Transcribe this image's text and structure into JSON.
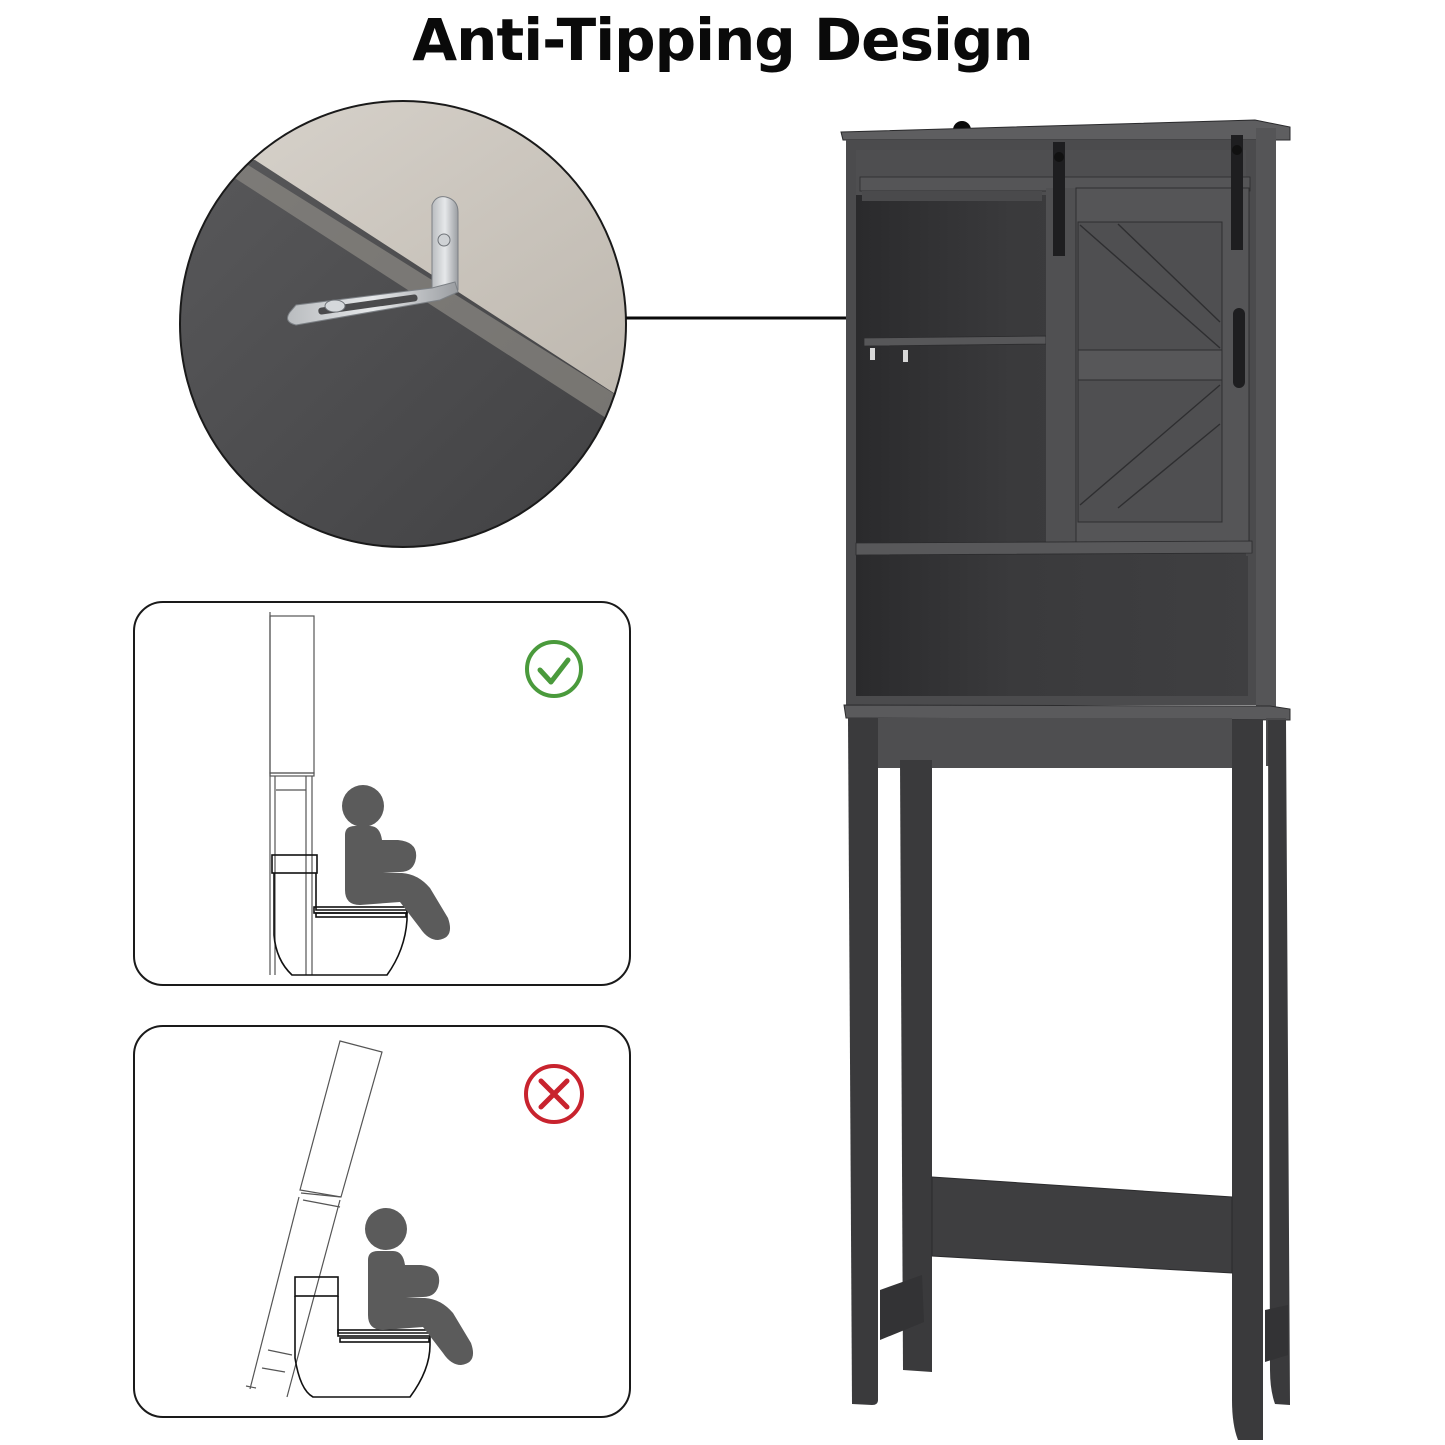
{
  "title": "Anti-Tipping Design",
  "detail_callout": {
    "subject": "anti-tipping L-bracket mounted to wall",
    "icon": "bracket-detail-image"
  },
  "scenarios": [
    {
      "id": "correct",
      "status_icon": "check-circle-icon",
      "status_color": "#4a9a3c",
      "description": "cabinet secured upright behind seated person"
    },
    {
      "id": "incorrect",
      "status_icon": "x-circle-icon",
      "status_color": "#c8232e",
      "description": "unsecured cabinet tipping forward over seated person"
    }
  ],
  "product": {
    "name": "over-the-toilet storage cabinet",
    "color": "#4b4b4d",
    "features": [
      "sliding barn door",
      "open shelves",
      "towel hooks",
      "bottom crossbar"
    ]
  }
}
